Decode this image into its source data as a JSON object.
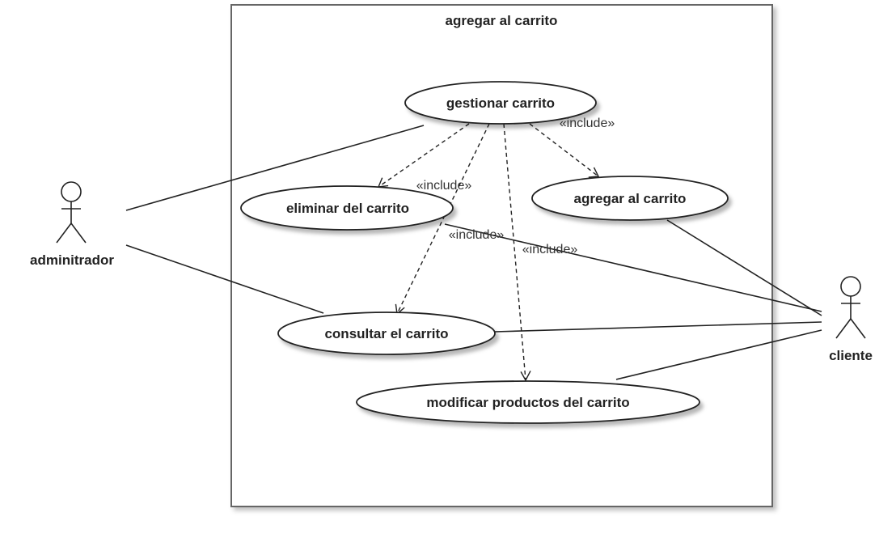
{
  "system": {
    "title": "agregar al carrito"
  },
  "use_cases": {
    "gestionar": "gestionar carrito",
    "eliminar": "eliminar del carrito",
    "agregar": "agregar al carrito",
    "consultar": "consultar el carrito",
    "modificar": "modificar productos del carrito"
  },
  "actors": {
    "admin": "adminitrador",
    "cliente": "cliente"
  },
  "relations": {
    "include_agregar": "«include»",
    "include_eliminar": "«include»",
    "include_consultar": "«include»",
    "include_modificar": "«include»"
  }
}
